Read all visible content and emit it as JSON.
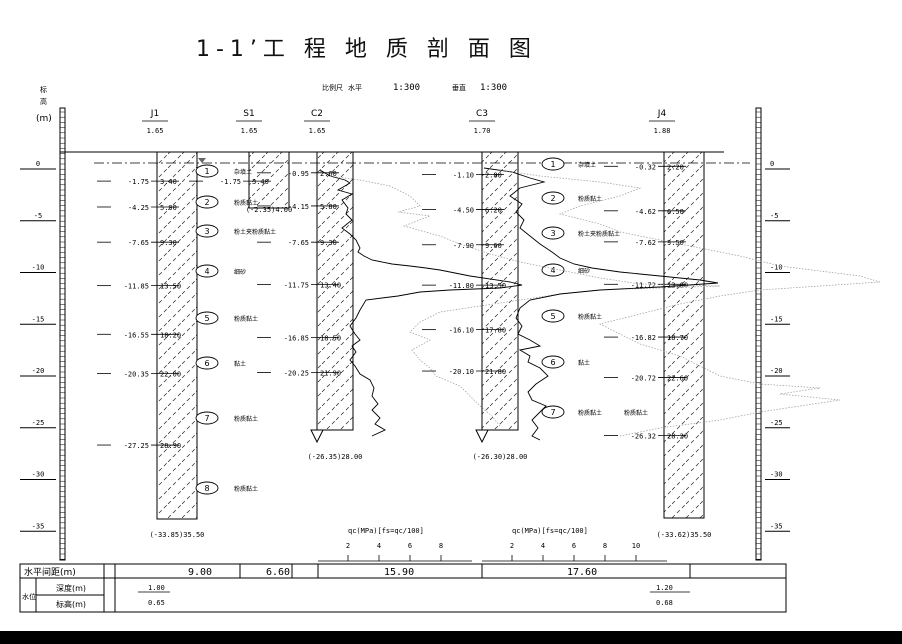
{
  "title": "1-1’工 程 地 质 剖 面 图",
  "scale": {
    "label": "比例尺",
    "h_label": "水平",
    "h_value": "1:300",
    "v_label": "垂直",
    "v_value": "1:300"
  },
  "axis": {
    "label_line1": "标",
    "label_line2": "高",
    "label_line3": "(m)",
    "ticks": [
      "0",
      "-5",
      "-10",
      "-15",
      "-20",
      "-25",
      "-30",
      "-35"
    ]
  },
  "boreholes": [
    {
      "id": "J1",
      "elev": "1.65",
      "left_marks": [
        {
          "elev": -1.75,
          "left": "-1.75",
          "right": "3.40"
        },
        {
          "elev": -4.25,
          "left": "-4.25",
          "right": "5.90"
        },
        {
          "elev": -7.65,
          "left": "-7.65",
          "right": "9.30"
        },
        {
          "elev": -11.85,
          "left": "-11.85",
          "right": "13.50"
        },
        {
          "elev": -16.55,
          "left": "-16.55",
          "right": "18.20"
        },
        {
          "elev": -20.35,
          "left": "-20.35",
          "right": "22.00"
        },
        {
          "elev": -27.25,
          "left": "-27.25",
          "right": "28.90"
        }
      ],
      "bottom": "(-33.85)35.50"
    },
    {
      "id": "S1",
      "elev": "1.65",
      "left_marks": [
        {
          "elev": -1.75,
          "left": "-1.75",
          "right": "3.40"
        }
      ],
      "extra": "(-2.35)4.00"
    },
    {
      "id": "C2",
      "elev": "1.65",
      "left_marks": [
        {
          "elev": -0.95,
          "left": "-0.95",
          "right": "2.60"
        },
        {
          "elev": -4.15,
          "left": "-4.15",
          "right": "5.80"
        },
        {
          "elev": -7.65,
          "left": "-7.65",
          "right": "9.30"
        },
        {
          "elev": -11.75,
          "left": "-11.75",
          "right": "13.40"
        },
        {
          "elev": -16.85,
          "left": "-16.85",
          "right": "18.50"
        },
        {
          "elev": -20.25,
          "left": "-20.25",
          "right": "21.90"
        }
      ],
      "bottom": "(-26.35)28.00"
    },
    {
      "id": "C3",
      "elev": "1.70",
      "left_marks": [
        {
          "elev": -1.1,
          "left": "-1.10",
          "right": "2.80"
        },
        {
          "elev": -4.5,
          "left": "-4.50",
          "right": "6.20"
        },
        {
          "elev": -7.9,
          "left": "-7.90",
          "right": "9.60"
        },
        {
          "elev": -11.8,
          "left": "-11.80",
          "right": "13.50"
        },
        {
          "elev": -16.1,
          "left": "-16.10",
          "right": "17.80"
        },
        {
          "elev": -20.1,
          "left": "-20.10",
          "right": "21.80"
        }
      ],
      "bottom": "(-26.30)28.00"
    },
    {
      "id": "J4",
      "elev": "1.88",
      "left_marks": [
        {
          "elev": -0.32,
          "left": "-0.32",
          "right": "2.20"
        },
        {
          "elev": -4.62,
          "left": "-4.62",
          "right": "6.50"
        },
        {
          "elev": -7.62,
          "left": "-7.62",
          "right": "9.50"
        },
        {
          "elev": -11.72,
          "left": "-11.72",
          "right": "13.60"
        },
        {
          "elev": -16.82,
          "left": "-16.82",
          "right": "18.70"
        },
        {
          "elev": -20.72,
          "left": "-20.72",
          "right": "22.60"
        },
        {
          "elev": -26.32,
          "left": "-26.32",
          "right": "28.20"
        }
      ],
      "bottom": "(-33.62)35.50"
    }
  ],
  "layers": [
    {
      "num": "1",
      "name": "杂填土"
    },
    {
      "num": "2",
      "name": "粉质黏土"
    },
    {
      "num": "3",
      "name": "粉土夹粉质黏土"
    },
    {
      "num": "4",
      "name": "细砂"
    },
    {
      "num": "5",
      "name": "粉质黏土"
    },
    {
      "num": "6",
      "name": "黏土"
    },
    {
      "num": "7",
      "name": "粉质黏土"
    },
    {
      "num": "8",
      "name": "粉质黏土"
    }
  ],
  "cpt_scale": {
    "label": "qc(MPa)[fs=qc/100]",
    "ticks_c2": [
      "2",
      "4",
      "6",
      "8"
    ],
    "ticks_c3": [
      "2",
      "4",
      "6",
      "8",
      "10"
    ]
  },
  "table": {
    "row1_label": "水平间距(m)",
    "distances": [
      "9.00",
      "6.60",
      "15.90",
      "17.60"
    ],
    "water_label": "水位",
    "depth_label": "深度(m)",
    "elev_label": "标高(m)",
    "depth_left": "1.00",
    "elev_left": "0.65",
    "depth_right": "1.20",
    "elev_right": "0.68"
  }
}
